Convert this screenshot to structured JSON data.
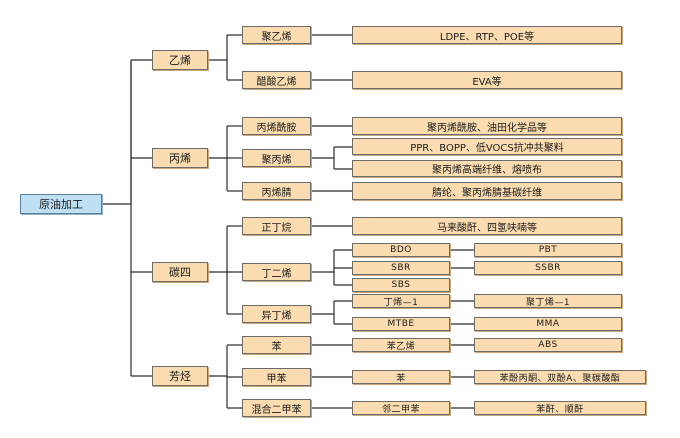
{
  "root": "原油加工",
  "level1": {
    "ethylene": "乙烯",
    "propylene": "丙烯",
    "c4": "碳四",
    "aromatics": "芳烃"
  },
  "level2": {
    "polyethylene": "聚乙烯",
    "vinyl_acetate": "醋酸乙烯",
    "acrylamide": "丙烯酰胺",
    "polypropylene": "聚丙烯",
    "acrylonitrile": "丙烯腈",
    "n_butane": "正丁烷",
    "butadiene": "丁二烯",
    "isobutylene": "异丁烯",
    "benzene": "苯",
    "toluene": "甲苯",
    "mixed_xylene": "混合二甲苯"
  },
  "level3": {
    "pe_products": "LDPE、RTP、POE等",
    "eva": "EVA等",
    "pam_products": "聚丙烯酰胺、油田化学品等",
    "pp_films": "PPR、BOPP、低VOCS抗冲共聚料",
    "pp_fiber": "聚丙烯高端纤维、熔喷布",
    "acrylic": "腈纶、聚丙烯腈基碳纤维",
    "maleic": "马来酸酐、四氢呋喃等",
    "bdo": "BDO",
    "sbr": "SBR",
    "sbs": "SBS",
    "butene1": "丁烯—1",
    "mtbe": "MTBE",
    "styrene": "苯乙烯",
    "benzene_from_toluene": "苯",
    "o_xylene": "邻二甲苯"
  },
  "level4": {
    "pbt": "PBT",
    "ssbr": "SSBR",
    "polybutene1": "聚丁烯—1",
    "mma": "MMA",
    "abs": "ABS",
    "phenol_chain": "苯酚丙酮、双酚A、聚碳酸酯",
    "anhydrides": "苯酐、顺酐"
  }
}
